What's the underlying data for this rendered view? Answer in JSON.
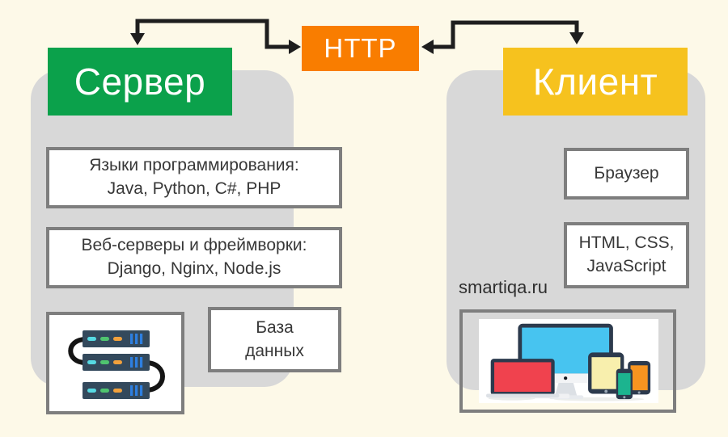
{
  "colors": {
    "background": "#FDF9E8",
    "card_gray": "#D8D8D8",
    "server_green": "#0BA14B",
    "client_yellow": "#F6C21E",
    "http_orange": "#F97D00",
    "box_border": "#7E7E7E",
    "box_background": "#FFFFFF",
    "text_dark": "#383838",
    "arrow_black": "#1E1E1E"
  },
  "http_box": {
    "label": "HTTP"
  },
  "server": {
    "title": "Сервер",
    "languages_box": {
      "line1": "Языки программирования:",
      "line2": "Java, Python, C#, PHP"
    },
    "frameworks_box": {
      "line1": "Веб-серверы и фреймворки:",
      "line2": "Django, Nginx, Node.js"
    },
    "database_box": {
      "line1": "База",
      "line2": "данных"
    },
    "icon": "server-stack-icon"
  },
  "client": {
    "title": "Клиент",
    "browser_box": {
      "label": "Браузер"
    },
    "tech_box": {
      "line1": "HTML, CSS,",
      "line2": "JavaScript"
    },
    "icon": "devices-illustration",
    "watermark": "smartiqa.ru"
  }
}
